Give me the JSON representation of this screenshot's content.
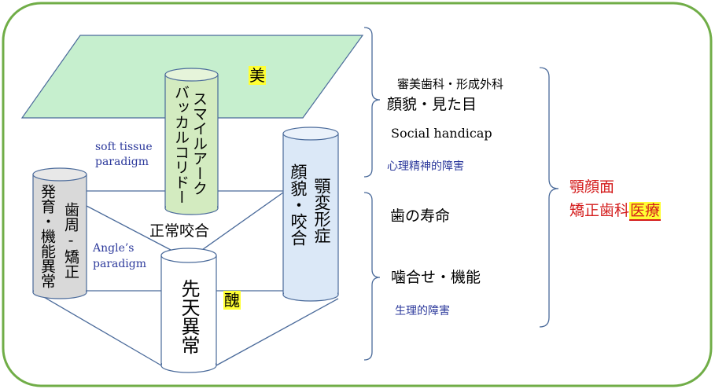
{
  "frame": {
    "border_color": "#70ad47"
  },
  "plane": {
    "fill_color": "#c6efce",
    "label": "美"
  },
  "cylinders": {
    "smile": {
      "label": "スマイルアーク\nバッカルコリドー",
      "line1": "スマイルアーク",
      "line2": "バッカルコリドー",
      "fill": "#d3ebc0"
    },
    "jaw": {
      "line1": "顎変形症",
      "line2": "顔貌・咬合",
      "fill": "#dbe8f7"
    },
    "perio": {
      "line1": "歯周-矯正",
      "line2": "発育・機能異常",
      "fill": "#d9d9d9"
    },
    "congenital": {
      "label": "先天異常",
      "fill": "#ffffff"
    }
  },
  "labels": {
    "normal_occlusion": "正常咬合",
    "ugly": "醜",
    "soft_tissue_1": "soft tissue",
    "soft_tissue_2": "paradigm",
    "angle_1": "Angle’s",
    "angle_2": "paradigm"
  },
  "right_top": {
    "line1": "審美歯科・形成外科",
    "line2": "顔貌・見た目",
    "line3": "Social handicap",
    "line4": "心理精神的障害"
  },
  "right_bottom": {
    "line1": "歯の寿命",
    "line2": "噛合せ・機能",
    "line3": "生理的障害"
  },
  "far_right": {
    "line1": "顎顔面",
    "line2_prefix": "矯正歯科",
    "line2_highlight": "医療"
  },
  "colors": {
    "accent_red": "#d41c1c",
    "accent_blue": "#2d3a9c",
    "highlight": "#ffff33"
  }
}
